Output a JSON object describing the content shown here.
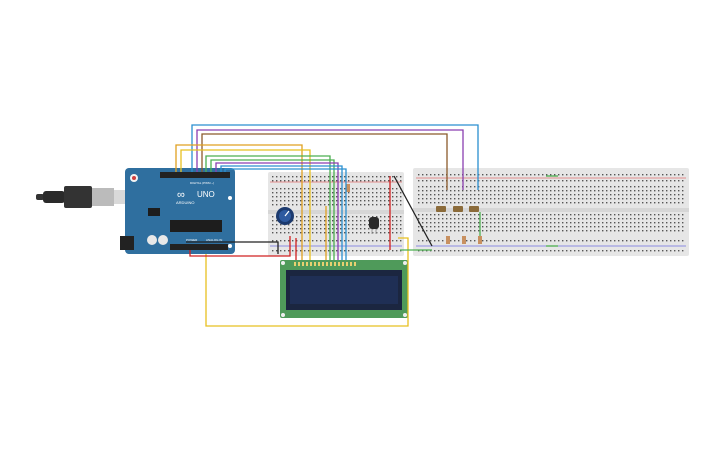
{
  "arduino": {
    "logo_text": "∞",
    "model": "UNO",
    "brand": "ARDUINO",
    "power_label": "POWER",
    "analog_label": "ANALOG IN",
    "digital_label": "DIGITAL (PWM ~)"
  },
  "colors": {
    "arduino_board": "#2f6f9f",
    "breadboard": "#e6e6e6",
    "lcd_pcb": "#4f9a5a",
    "lcd_screen": "#1f2f55",
    "wire_orange": "#e0a020",
    "wire_green": "#4caf50",
    "wire_blue": "#2a8fd0",
    "wire_purple": "#8a3fb0",
    "wire_brown": "#8b5a2b",
    "wire_red": "#d02020",
    "wire_yellow": "#e8c020",
    "wire_black": "#222222"
  },
  "components": {
    "potentiometer": "potentiometer-icon",
    "temperature_sensor": "temperature-sensor-icon",
    "buttons": [
      "pushbutton-icon",
      "pushbutton-icon",
      "pushbutton-icon"
    ],
    "resistors": [
      "resistor-icon",
      "resistor-icon",
      "resistor-icon",
      "resistor-icon"
    ],
    "usb": "usb-cable-icon"
  }
}
